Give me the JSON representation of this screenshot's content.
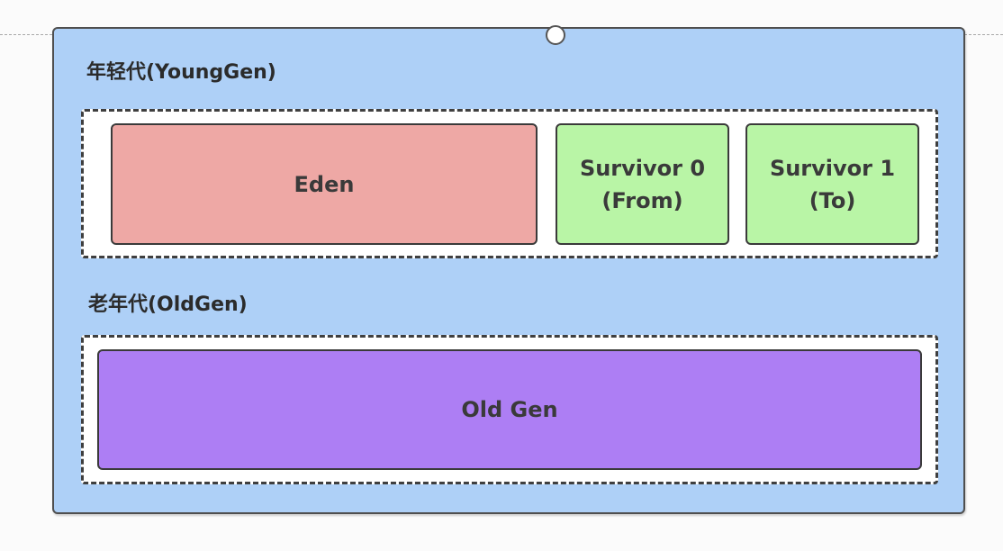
{
  "young_gen": {
    "label": "年轻代(YoungGen)",
    "eden": {
      "label": "Eden"
    },
    "survivor0": {
      "line1": "Survivor 0",
      "line2": "(From)"
    },
    "survivor1": {
      "line1": "Survivor 1",
      "line2": "(To)"
    }
  },
  "old_gen": {
    "label": "老年代(OldGen)",
    "block": {
      "label": "Old Gen"
    }
  },
  "colors": {
    "heap_background": "#aed0f7",
    "eden": "#eea8a5",
    "survivor": "#b9f5a6",
    "old_gen": "#ad7ef4",
    "dashed_region": "#ffffff",
    "border": "#3a3a3a"
  }
}
